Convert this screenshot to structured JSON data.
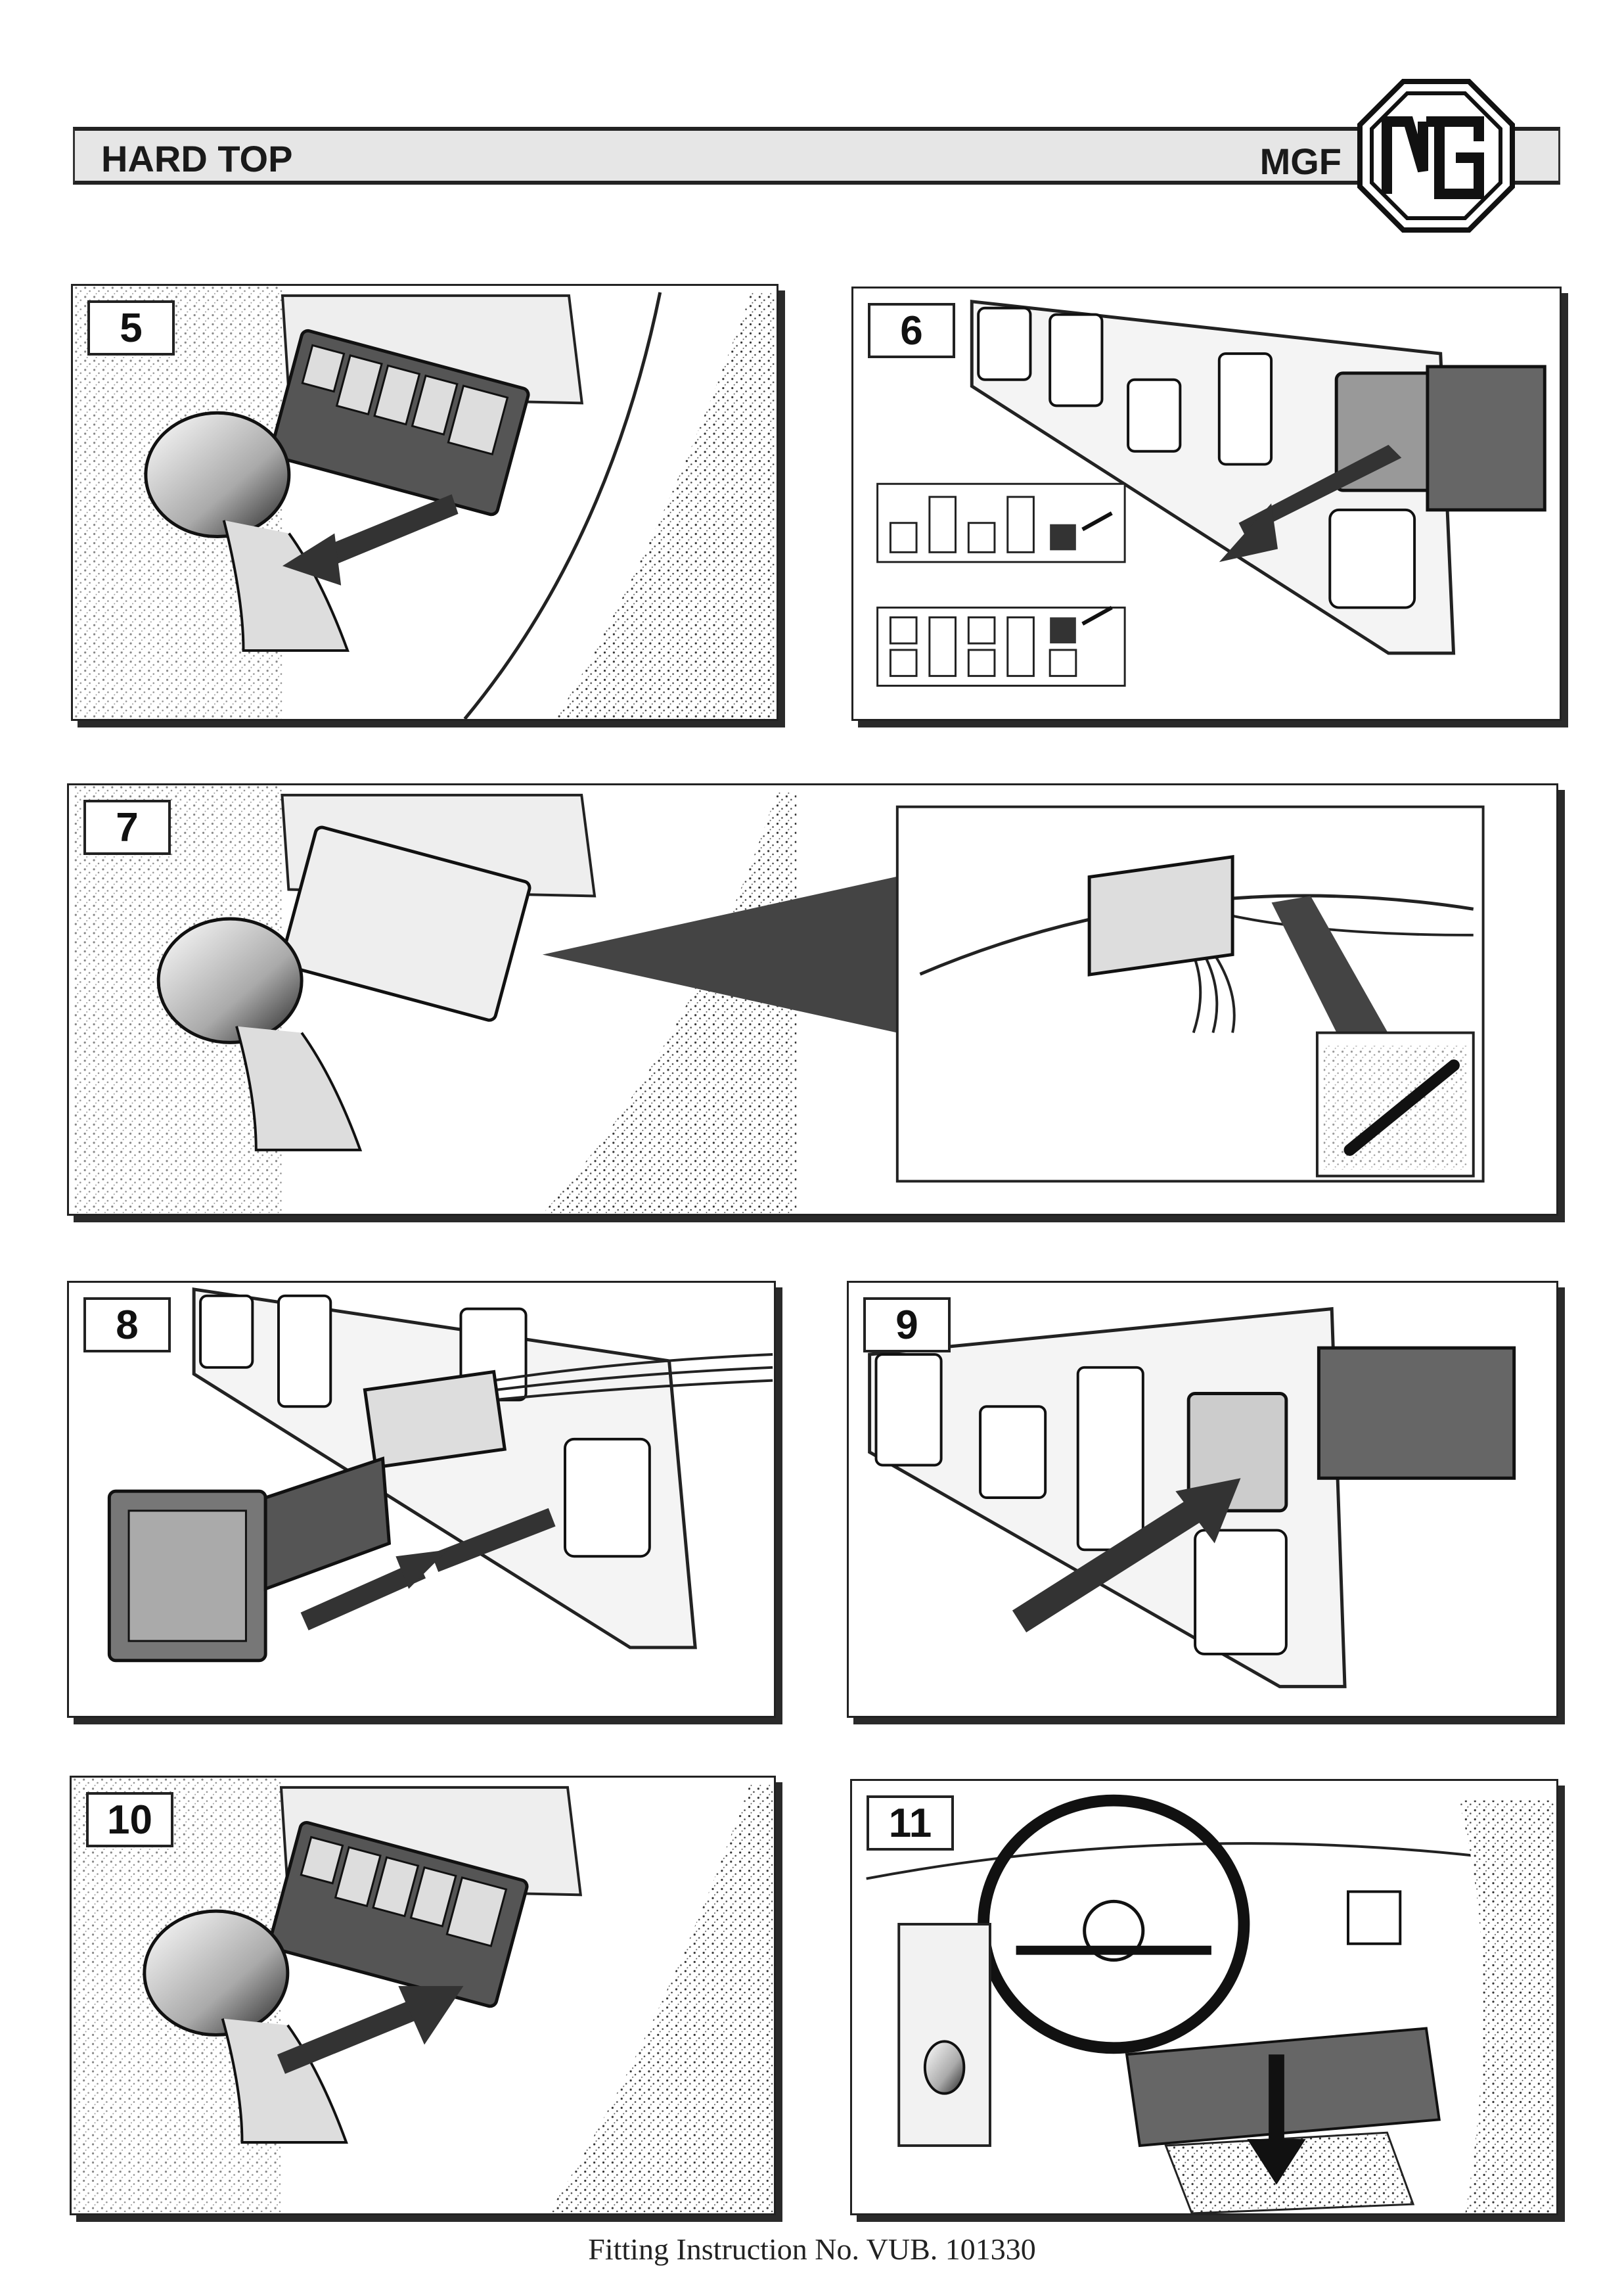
{
  "header": {
    "title": "HARD TOP",
    "model": "MGF",
    "logo_text": "MG"
  },
  "steps": [
    {
      "number": "5"
    },
    {
      "number": "6"
    },
    {
      "number": "7"
    },
    {
      "number": "8"
    },
    {
      "number": "9"
    },
    {
      "number": "10"
    },
    {
      "number": "11"
    }
  ],
  "footer": {
    "text": "Fitting Instruction No. VUB. 101330"
  }
}
